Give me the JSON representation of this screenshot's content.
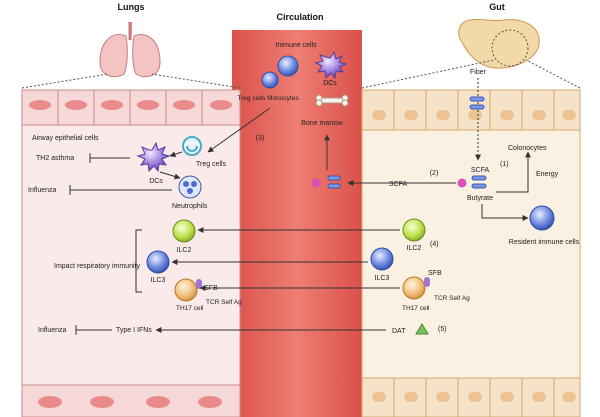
{
  "headings": {
    "lungs": "Lungs",
    "circulation": "Circulation",
    "gut": "Gut"
  },
  "circulation": {
    "immune_cells": "Immune cells",
    "treg_monocytes": "Treg cells Monocytes",
    "dcs": "DCs",
    "bone_marrow": "Bone marrow",
    "scfa": "SCFA"
  },
  "lungs": {
    "airway_epithelial_cells": "Airway epithelial cells",
    "th2_asthma": "TH2 asthma",
    "treg_cells": "Treg cells",
    "dcs": "DCs",
    "influenza_1": "Influenza",
    "neutrophils": "Neutrophils",
    "ilc2": "ILC2",
    "ilc3": "ILC3",
    "impact_respiratory_immunity": "Impact respiratory immunity",
    "sfb": "SFB",
    "th17_cell": "TH17 cell",
    "tcr_self_ag": "TCR Self Ag",
    "influenza_2": "Influenza",
    "type1_ifns": "Type I IFNs"
  },
  "gut": {
    "fiber": "Fiber",
    "colonocytes": "Colonocytes",
    "energy": "Energy",
    "scfa": "SCFA",
    "butyrate": "Butyrate",
    "resident_immune_cells": "Resident immune cells",
    "ilc2": "ILC2",
    "ilc3": "ILC3",
    "sfb": "SFB",
    "th17_cell": "TH17 cell",
    "tcr_self_ag": "TCR Self Ag",
    "dat": "DAT"
  },
  "pathway_numbers": {
    "p1": "(1)",
    "p2": "(2)",
    "p3": "(3)",
    "p4": "(4)",
    "p5": "(5)"
  },
  "colors": {
    "lung_epithelium": "#f7dede",
    "lung_nucleus": "#e98b8b",
    "circulation": "#e56b63",
    "gut_epithelium": "#f6e3c7",
    "gut_nucleus": "#ecc491",
    "cell_blue": "#5c78d6",
    "cell_green": "#b8e04a",
    "cell_purple": "#8c6cd1",
    "dat_green": "#7cc060"
  }
}
